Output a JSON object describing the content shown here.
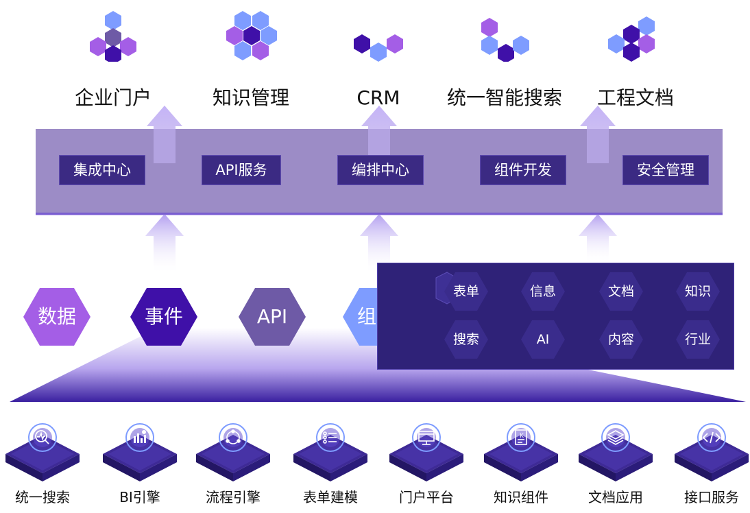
{
  "applications": [
    {
      "label": "企业门户",
      "icon": "hexagon-cluster-icon"
    },
    {
      "label": "知识管理",
      "icon": "hexagon-cluster-icon"
    },
    {
      "label": "CRM",
      "icon": "hexagon-cluster-icon"
    },
    {
      "label": "统一智能搜索",
      "icon": "hexagon-cluster-icon"
    },
    {
      "label": "工程文档",
      "icon": "hexagon-cluster-icon"
    }
  ],
  "platform_services": [
    "集成中心",
    "API服务",
    "编排中心",
    "组件开发",
    "安全管理"
  ],
  "capabilities": [
    {
      "label": "数据",
      "color": "#a45ee6"
    },
    {
      "label": "事件",
      "color": "#3f10a8"
    },
    {
      "label": "API",
      "color": "#6e5aa6"
    },
    {
      "label": "组件",
      "color": "#7e9cff"
    }
  ],
  "components": [
    "表单",
    "信息",
    "文档",
    "知识",
    "搜索",
    "AI",
    "内容",
    "行业"
  ],
  "modules": [
    {
      "label": "统一搜索",
      "icon": "search-chart-icon"
    },
    {
      "label": "BI引擎",
      "icon": "bar-chart-icon"
    },
    {
      "label": "流程引擎",
      "icon": "flow-cycle-icon"
    },
    {
      "label": "表单建模",
      "icon": "form-list-icon"
    },
    {
      "label": "门户平台",
      "icon": "portal-screen-icon"
    },
    {
      "label": "知识组件",
      "icon": "knowledge-book-icon"
    },
    {
      "label": "文档应用",
      "icon": "layers-icon"
    },
    {
      "label": "接口服务",
      "icon": "interface-code-icon"
    }
  ],
  "colors": {
    "platform": "#9c8cc6",
    "service_box": "#3b2a83",
    "panel": "#2f2278",
    "arrow": "#b9a6f2",
    "hex_light": "#8ea2ff",
    "hex_dark": "#3f10a8",
    "hex_purple": "#a45ee6"
  }
}
